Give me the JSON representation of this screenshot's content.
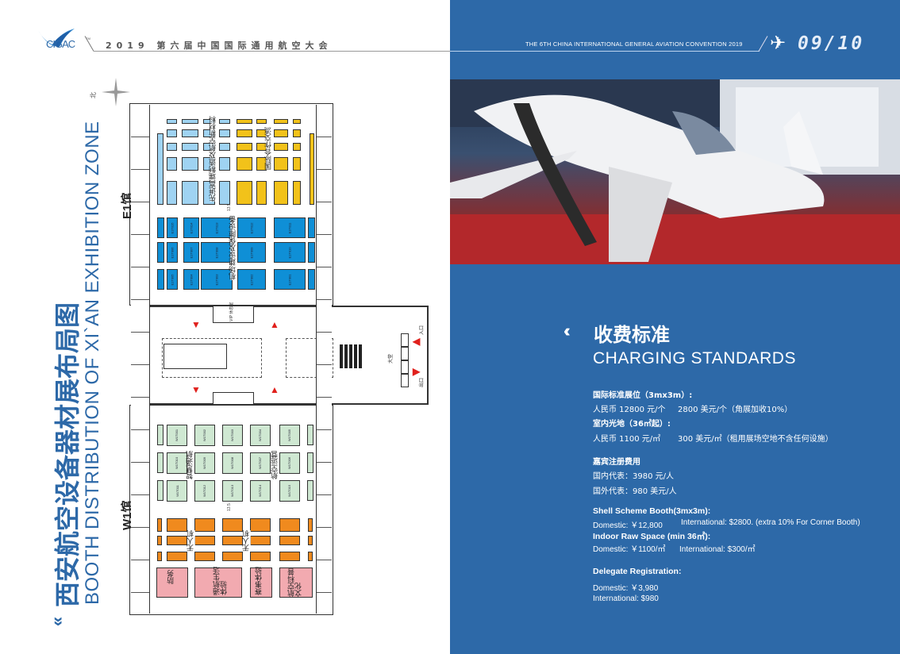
{
  "header": {
    "logo_text": "CIGAC",
    "logo_tm": "TM",
    "title_cn": "2019 第六届中国国际通用航空大会",
    "title_en": "THE 6TH CHINA INTERNATIONAL GENERAL AVIATION CONVENTION 2019",
    "page_numbers": "09/10"
  },
  "left": {
    "title_cn": "西安航空设备器材展布局图",
    "title_en": "BOOTH DISTRIBUTION OF XI`AN EXHIBITION ZONE",
    "compass_label": "北"
  },
  "floorplan": {
    "hall_e1": "E1馆",
    "hall_w1": "W1馆",
    "zones": {
      "e1_light": "先进高端制造及航空新材料",
      "e1_yellow": "国际合作交流",
      "e1_blue": "机场建设及保障设备",
      "w1_green_a": "智慧通航",
      "w1_green_b": "航空运营",
      "w1_orange_a": "无人机",
      "w1_orange_b": "无人机",
      "pink": [
        "防务",
        "通航生活体验",
        "赛事体验",
        "航空科普文化"
      ]
    },
    "blue_booths": [
      "E1T015",
      "E1T014",
      "E1T013",
      "E1T012",
      "E1T011",
      "E1T006",
      "E1T007",
      "E1T008",
      "E1T009",
      "E1T010",
      "E1T005",
      "E1T004",
      "E1T003",
      "E1T002",
      "E1T001"
    ],
    "green_booths": [
      "W1T001",
      "W1T002",
      "W1T003",
      "W1T004",
      "W1T005",
      "W1T010",
      "W1T009",
      "W1T008",
      "W1T007",
      "W1T006",
      "W1T011",
      "W1T012",
      "W1T013",
      "W1T014",
      "W1T015"
    ],
    "lobby": {
      "entrance": "入口",
      "exit": "出口",
      "hall": "大堂",
      "vip": "VIP 休息室",
      "security": "安检"
    },
    "aisle_width": "13.5"
  },
  "pricing": {
    "title_cn": "收费标准",
    "title_en": "CHARGING STANDARDS",
    "cn": {
      "booth_head": "国际标准展位（3mx3m）:",
      "booth_rmb": "人民币 12800 元/个",
      "booth_usd": "2800 美元/个（角展加收10%）",
      "raw_head": "室内光地（36㎡起）:",
      "raw_rmb": "人民币 1100 元/㎡",
      "raw_usd": "300 美元/㎡（租用展场空地不含任何设施）",
      "del_head": "嘉宾注册费用",
      "del_dom": "国内代表：3980 元/人",
      "del_int": "国外代表：980 美元/人"
    },
    "en": {
      "booth_head": "Shell Scheme Booth(3mx3m):",
      "booth_dom": "Domestic: ￥12,800",
      "booth_int": "International: $2800. (extra 10% For Corner Booth)",
      "raw_head": "Indoor Raw Space (min 36㎡):",
      "raw_dom": "Domestic: ￥1100/㎡",
      "raw_int": "International: $300/㎡",
      "del_head": "Delegate Registration:",
      "del_dom": "Domestic: ￥3,980",
      "del_int": "International: $980"
    }
  },
  "colors": {
    "brand_blue": "#2d69a8",
    "light_blue": "#9fd3f2",
    "blue": "#0f8fd6",
    "yellow": "#f2c21a",
    "green": "#cfe8d2",
    "orange": "#f08a1e",
    "pink": "#f2aab0"
  }
}
